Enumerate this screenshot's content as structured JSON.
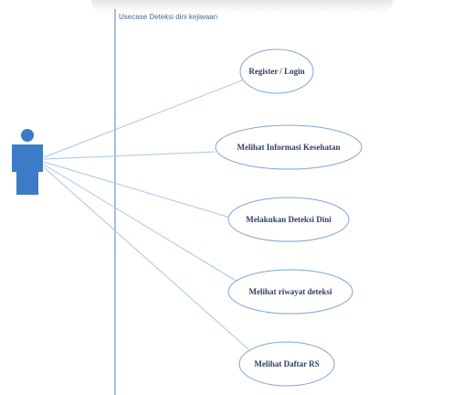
{
  "diagram": {
    "system_title": "Usecase Deteksi dini kejiwaan",
    "colors": {
      "actor": "#3b7bc7",
      "ellipse_stroke": "#7fa7d9",
      "connector": "#a9c6e8",
      "boundary": "#6b95c6",
      "label": "#2e3f63"
    },
    "actor": {
      "icon": "person-icon"
    },
    "use_cases": [
      {
        "id": "register",
        "label": "Register / Login"
      },
      {
        "id": "info-kesehatan",
        "label": "Melihat Informasi Kesehatan"
      },
      {
        "id": "deteksi-dini",
        "label": "Melakukan Deteksi Dini"
      },
      {
        "id": "riwayat-deteksi",
        "label": "Melihat riwayat deteksi"
      },
      {
        "id": "daftar-rs",
        "label": "Melihat Daftar RS"
      }
    ]
  }
}
